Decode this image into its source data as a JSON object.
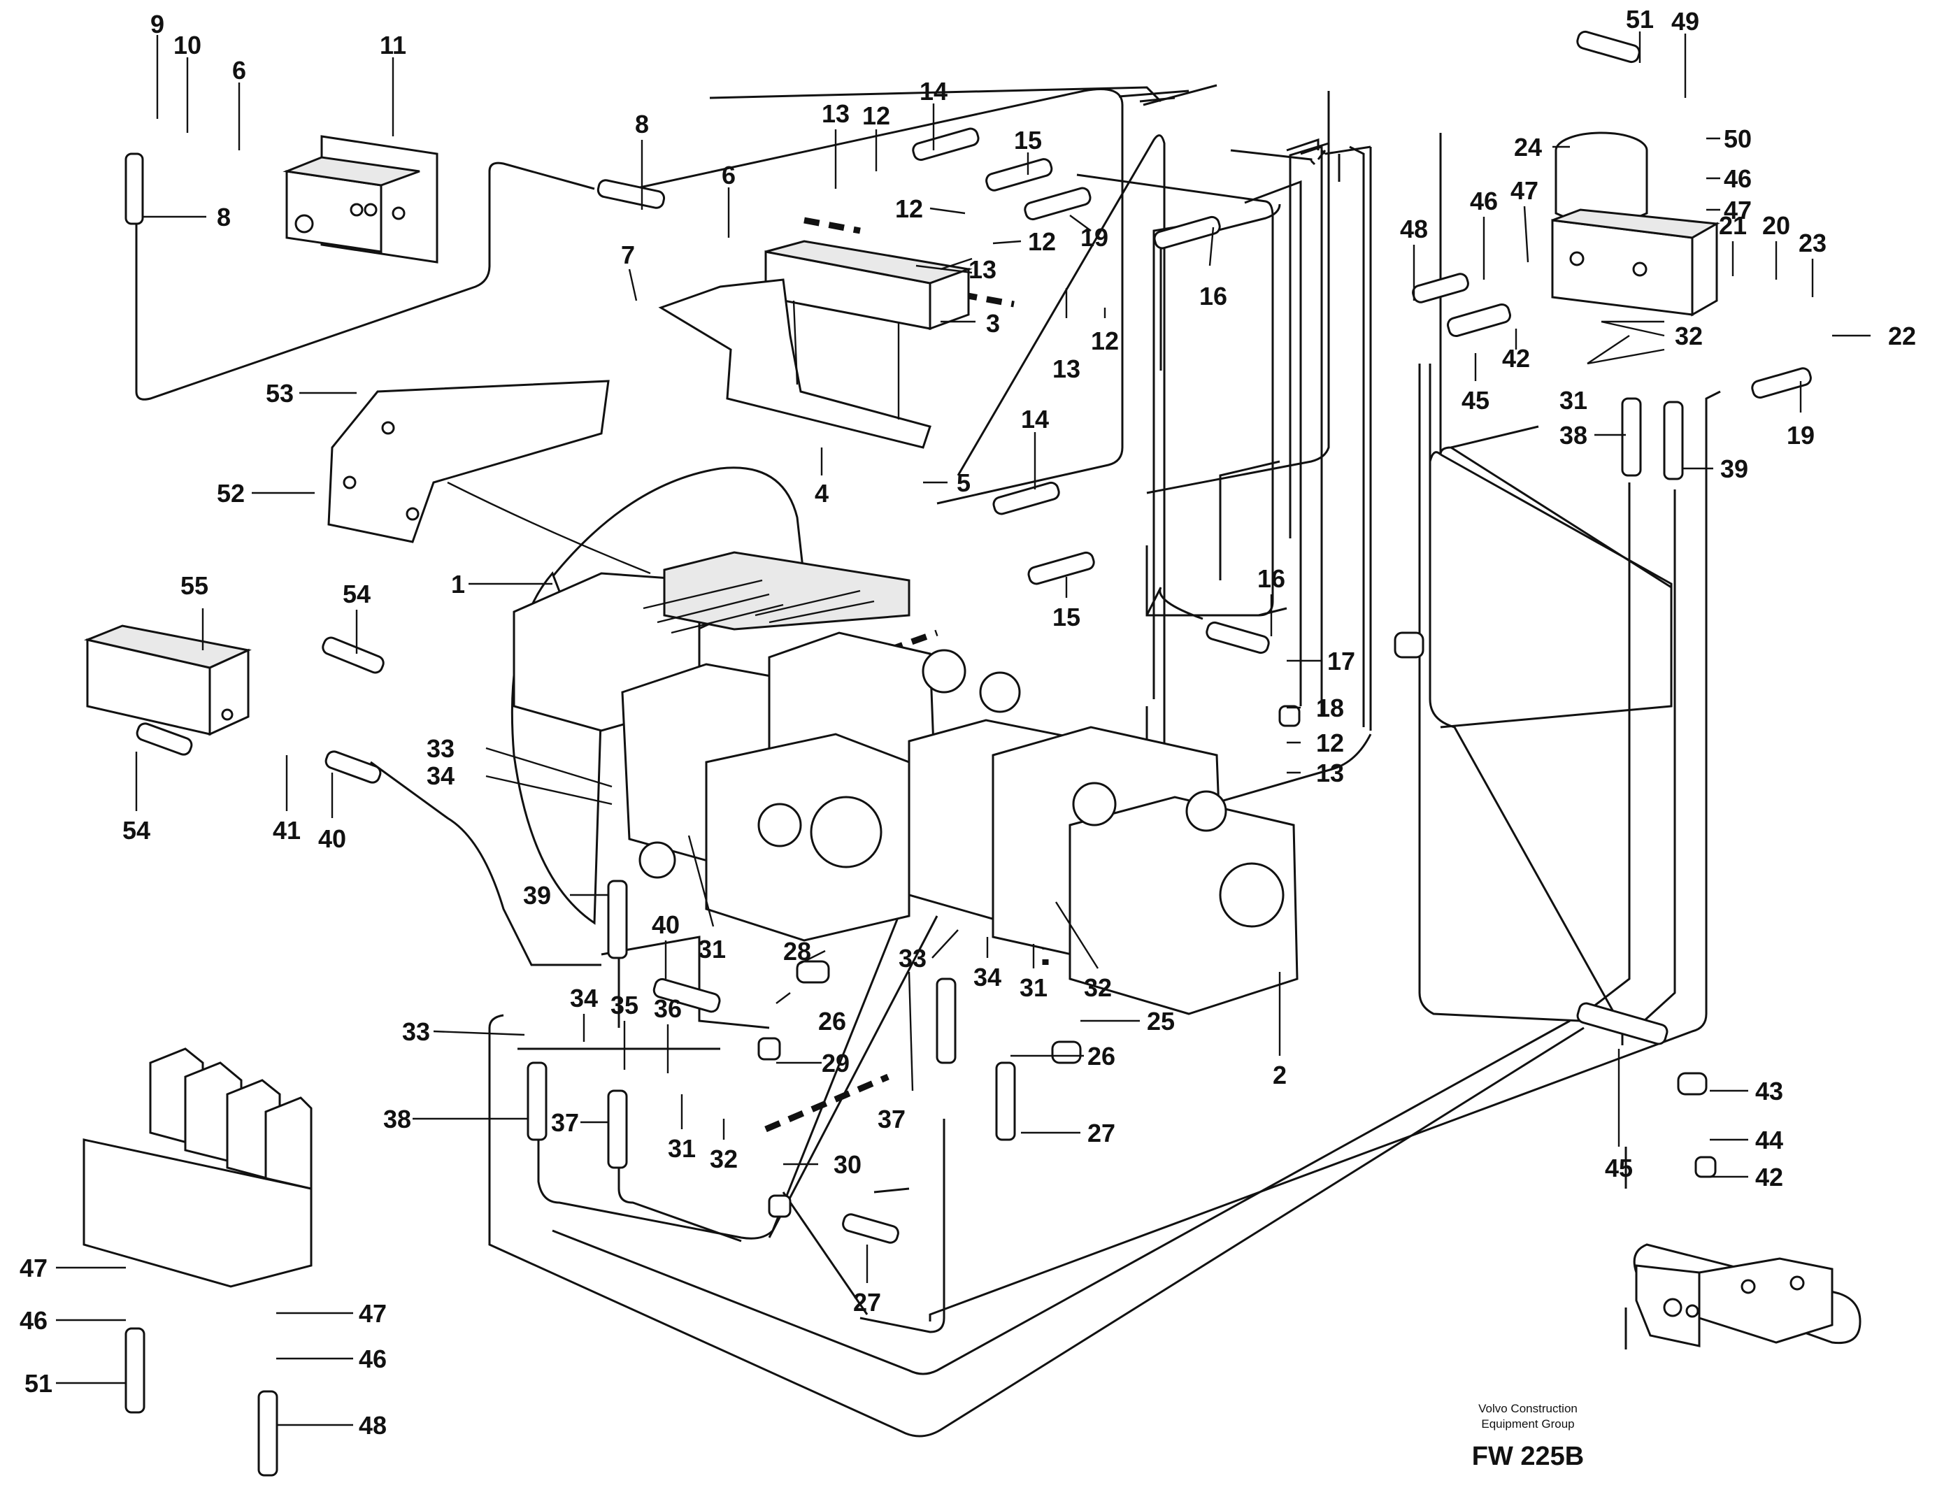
{
  "figure": {
    "credit_line1": "Volvo Construction",
    "credit_line2": "Equipment Group",
    "figure_number": "FW 225B"
  },
  "callouts": [
    {
      "label": "9"
    },
    {
      "label": "10"
    },
    {
      "label": "6"
    },
    {
      "label": "11"
    },
    {
      "label": "8"
    },
    {
      "label": "8"
    },
    {
      "label": "6"
    },
    {
      "label": "7"
    },
    {
      "label": "13"
    },
    {
      "label": "12"
    },
    {
      "label": "14"
    },
    {
      "label": "15"
    },
    {
      "label": "12"
    },
    {
      "label": "13"
    },
    {
      "label": "12"
    },
    {
      "label": "19"
    },
    {
      "label": "3"
    },
    {
      "label": "13"
    },
    {
      "label": "12"
    },
    {
      "label": "16"
    },
    {
      "label": "53"
    },
    {
      "label": "52"
    },
    {
      "label": "4"
    },
    {
      "label": "14"
    },
    {
      "label": "5"
    },
    {
      "label": "1"
    },
    {
      "label": "15"
    },
    {
      "label": "55"
    },
    {
      "label": "54"
    },
    {
      "label": "54"
    },
    {
      "label": "41"
    },
    {
      "label": "40"
    },
    {
      "label": "33"
    },
    {
      "label": "34"
    },
    {
      "label": "39"
    },
    {
      "label": "31"
    },
    {
      "label": "16"
    },
    {
      "label": "17"
    },
    {
      "label": "18"
    },
    {
      "label": "12"
    },
    {
      "label": "13"
    },
    {
      "label": "51"
    },
    {
      "label": "49"
    },
    {
      "label": "50"
    },
    {
      "label": "24"
    },
    {
      "label": "46"
    },
    {
      "label": "47"
    },
    {
      "label": "46"
    },
    {
      "label": "47"
    },
    {
      "label": "48"
    },
    {
      "label": "21"
    },
    {
      "label": "20"
    },
    {
      "label": "23"
    },
    {
      "label": "22"
    },
    {
      "label": "32"
    },
    {
      "label": "42"
    },
    {
      "label": "45"
    },
    {
      "label": "31"
    },
    {
      "label": "19"
    },
    {
      "label": "38"
    },
    {
      "label": "39"
    },
    {
      "label": "40"
    },
    {
      "label": "28"
    },
    {
      "label": "33"
    },
    {
      "label": "34"
    },
    {
      "label": "31"
    },
    {
      "label": "32"
    },
    {
      "label": "26"
    },
    {
      "label": "25"
    },
    {
      "label": "2"
    },
    {
      "label": "33"
    },
    {
      "label": "34"
    },
    {
      "label": "35"
    },
    {
      "label": "36"
    },
    {
      "label": "29"
    },
    {
      "label": "26"
    },
    {
      "label": "38"
    },
    {
      "label": "37"
    },
    {
      "label": "37"
    },
    {
      "label": "27"
    },
    {
      "label": "31"
    },
    {
      "label": "32"
    },
    {
      "label": "30"
    },
    {
      "label": "27"
    },
    {
      "label": "43"
    },
    {
      "label": "44"
    },
    {
      "label": "42"
    },
    {
      "label": "45"
    },
    {
      "label": "47"
    },
    {
      "label": "46"
    },
    {
      "label": "51"
    },
    {
      "label": "47"
    },
    {
      "label": "46"
    },
    {
      "label": "48"
    }
  ]
}
